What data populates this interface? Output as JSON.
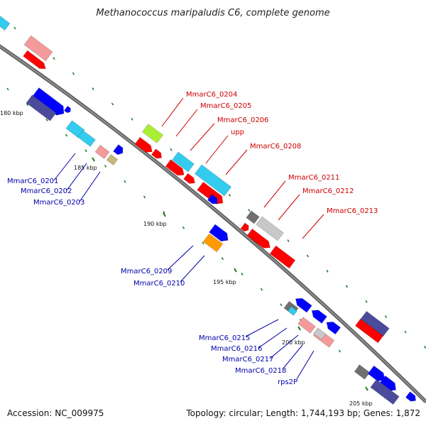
{
  "title": "Methanococcus maripaludis C6, complete genome",
  "footer": {
    "accession": "Accession: NC_009975",
    "summary": "Topology: circular; Length: 1,744,193 bp; Genes: 1,872"
  },
  "colors": {
    "backbone": "#888888",
    "backbone_edge": "#444444",
    "tick": "#1a7a1a",
    "red_label": "#cc0000",
    "blue_label": "#0000aa",
    "red": "#ff0000",
    "blue": "#0000ff",
    "navy": "#4b4b9c",
    "cyan": "#33ccee",
    "pink": "#f59a9a",
    "lightgray": "#c8c8c8",
    "gray": "#707070",
    "green": "#aaee33",
    "orange": "#ff9a00",
    "tan": "#c8b878"
  },
  "ticks": [
    {
      "label": "180 kbp"
    },
    {
      "label": "185 kbp"
    },
    {
      "label": "190 kbp"
    },
    {
      "label": "195 kbp"
    },
    {
      "label": "200 kbp"
    },
    {
      "label": "205 kbp"
    }
  ],
  "labels_top": [
    {
      "text": "MmarC6_0204"
    },
    {
      "text": "MmarC6_0205"
    },
    {
      "text": "MmarC6_0206"
    },
    {
      "text": "upp"
    },
    {
      "text": "MmarC6_0208"
    },
    {
      "text": "MmarC6_0211"
    },
    {
      "text": "MmarC6_0212"
    },
    {
      "text": "MmarC6_0213"
    }
  ],
  "labels_bottom": [
    {
      "text": "MmarC6_0201"
    },
    {
      "text": "MmarC6_0202"
    },
    {
      "text": "MmarC6_0203"
    },
    {
      "text": "MmarC6_0209"
    },
    {
      "text": "MmarC6_0210"
    },
    {
      "text": "MmarC6_0215"
    },
    {
      "text": "MmarC6_0216"
    },
    {
      "text": "MmarC6_0217"
    },
    {
      "text": "MmarC6_0218"
    },
    {
      "text": "rps2P"
    }
  ]
}
